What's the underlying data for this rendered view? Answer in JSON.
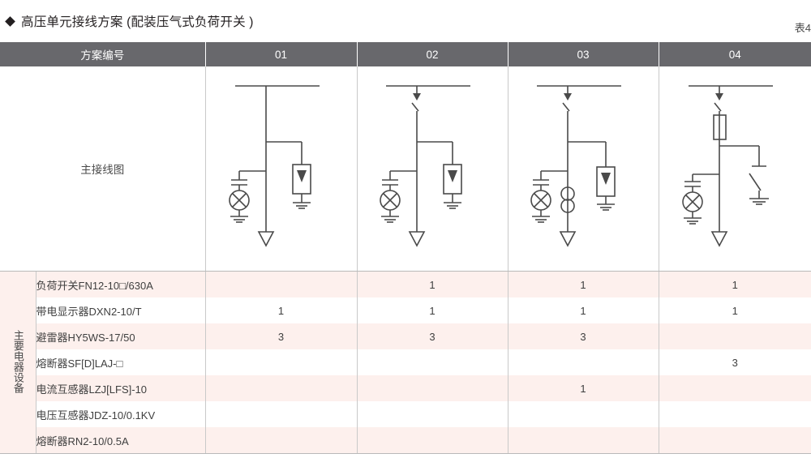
{
  "header": {
    "bullet_icon": "diamond-bullet-icon",
    "title": "高压单元接线方案 (配装压气式负荷开关 )",
    "table_number": "表4",
    "header_bg": "#68686c"
  },
  "table": {
    "columns": [
      "方案编号",
      "01",
      "02",
      "03",
      "04"
    ],
    "diagram_row_label": "主接线图",
    "equipment_group_label": "主要电器设备",
    "equipment_rows": [
      {
        "name": "负荷开关FN12-10□/630A",
        "values": [
          "",
          "1",
          "1",
          "1"
        ]
      },
      {
        "name": "带电显示器DXN2-10/T",
        "values": [
          "1",
          "1",
          "1",
          "1"
        ]
      },
      {
        "name": "避雷器HY5WS-17/50",
        "values": [
          "3",
          "3",
          "3",
          ""
        ]
      },
      {
        "name": "熔断器SF[D]LAJ-□",
        "values": [
          "",
          "",
          "",
          "3"
        ]
      },
      {
        "name": "电流互感器LZJ[LFS]-10",
        "values": [
          "",
          "",
          "1",
          ""
        ]
      },
      {
        "name": "电压互感器JDZ-10/0.1KV",
        "values": [
          "",
          "",
          "",
          ""
        ]
      },
      {
        "name": "熔断器RN2-10/0.5A",
        "values": [
          "",
          "",
          "",
          ""
        ]
      }
    ],
    "stripe_color": "#fdf0ed",
    "line_color": "#c9c9c9"
  },
  "diagrams": [
    {
      "scheme": "01",
      "symbols": [
        "busbar",
        "voltage-indicator",
        "surge-arrester",
        "cable-termination"
      ]
    },
    {
      "scheme": "02",
      "symbols": [
        "busbar",
        "load-break-switch",
        "voltage-indicator",
        "surge-arrester",
        "cable-termination"
      ]
    },
    {
      "scheme": "03",
      "symbols": [
        "busbar",
        "load-break-switch",
        "current-transformer",
        "voltage-indicator",
        "surge-arrester",
        "cable-termination"
      ]
    },
    {
      "scheme": "04",
      "symbols": [
        "busbar",
        "load-break-switch",
        "fuse",
        "voltage-indicator",
        "earthing-switch",
        "cable-termination"
      ]
    }
  ]
}
